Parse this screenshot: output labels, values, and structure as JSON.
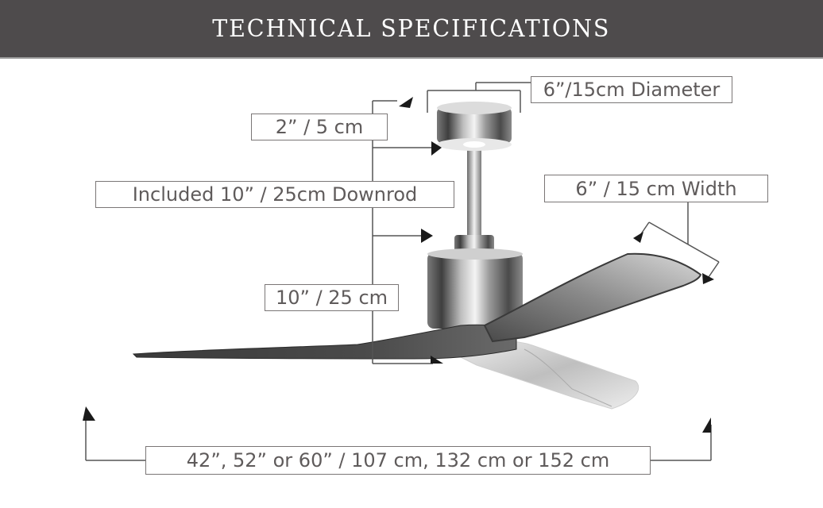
{
  "header": {
    "title": "TECHNICAL SPECIFICATIONS",
    "background": "#4e4b4c",
    "text_color": "#ffffff"
  },
  "dimensions": {
    "canopy_diameter": "6”/15cm Diameter",
    "canopy_height": "2” / 5 cm",
    "downrod": "Included 10” / 25cm Downrod",
    "blade_width": "6” / 15 cm Width",
    "motor_height": "10” / 25 cm",
    "blade_span": "42”, 52” or 60” / 107 cm, 132 cm or 152 cm"
  },
  "colors": {
    "label_border": "#7a7676",
    "label_text": "#5f5b5b",
    "dimension_line": "#555555",
    "arrow": "#1a1a1a"
  }
}
